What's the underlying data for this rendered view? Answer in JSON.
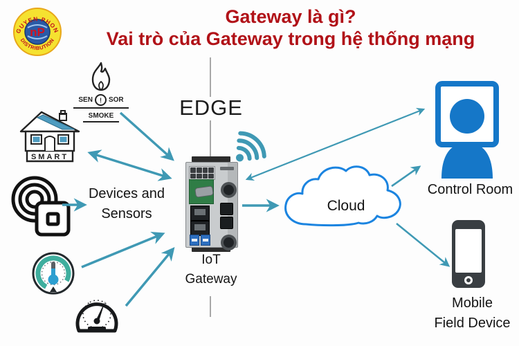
{
  "logo": {
    "arc_top": "NGUYEN PHONG",
    "arc_bottom": "DISTRIBUTION",
    "monogram": "nP"
  },
  "title": {
    "line1": "Gateway là gì?",
    "line2": "Vai trò của Gateway trong hệ thống mạng"
  },
  "edge_label": "EDGE",
  "left_group": {
    "smoke_sensor": {
      "sen": "SEN",
      "alert": "!",
      "sor": "SOR",
      "smoke": "SMOKE"
    },
    "smart_home": {
      "label": "SMART"
    },
    "devices_label": {
      "line1": "Devices and",
      "line2": "Sensors"
    }
  },
  "gateway": {
    "label_line1": "IoT",
    "label_line2": "Gateway"
  },
  "cloud": {
    "label": "Cloud"
  },
  "control_room": {
    "label": "Control Room"
  },
  "mobile": {
    "label_line1": "Mobile",
    "label_line2": "Field Device"
  },
  "colors": {
    "title_red": "#b11218",
    "arrow_teal": "#3f99b4",
    "cloud_blue": "#1b84e0",
    "person_blue": "#1577c8",
    "gauge_teal": "#3fae9e",
    "logo_yellow": "#f5e230"
  }
}
